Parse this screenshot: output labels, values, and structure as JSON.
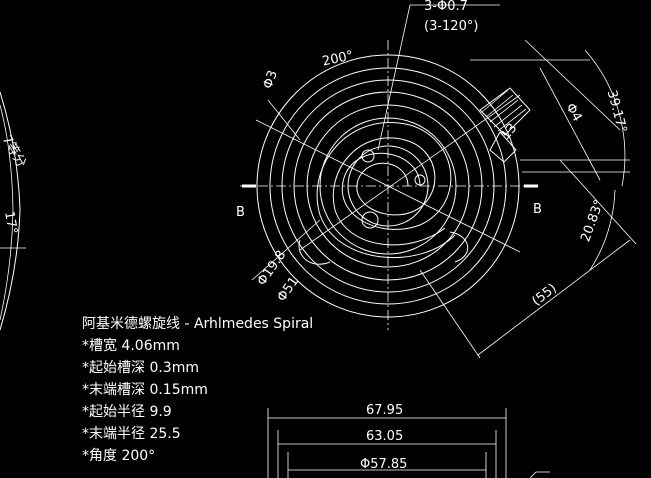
{
  "dimensions": {
    "hole_callout": "3-Φ0.7",
    "hole_spacing": "(3-120°)",
    "spiral_angle": "200°",
    "dia_3": "Φ3",
    "dia_4": "Φ4",
    "angle_39": "39.17°",
    "angle_20": "20.83°",
    "radius_13": "13",
    "dia_19": "Φ19.8",
    "dia_51": "Φ51",
    "length_55": "(55)",
    "section_left": "B",
    "section_right": "B",
    "left_fragment_text": "7等分",
    "left_fragment_angle": "17°",
    "dim_67": "67.95",
    "dim_63": "63.05",
    "dim_57": "Φ57.85"
  },
  "notes": {
    "title": "阿基米德螺旋线 - Arhlmedes Spiral",
    "groove_width": "*槽宽 4.06mm",
    "start_depth": "*起始槽深 0.3mm",
    "end_depth": "*末端槽深 0.15mm",
    "start_radius": "*起始半径 9.9",
    "end_radius": "*末端半径 25.5",
    "angle": "*角度 200°"
  },
  "colors": {
    "background": "#000000",
    "lines": "#ffffff"
  }
}
